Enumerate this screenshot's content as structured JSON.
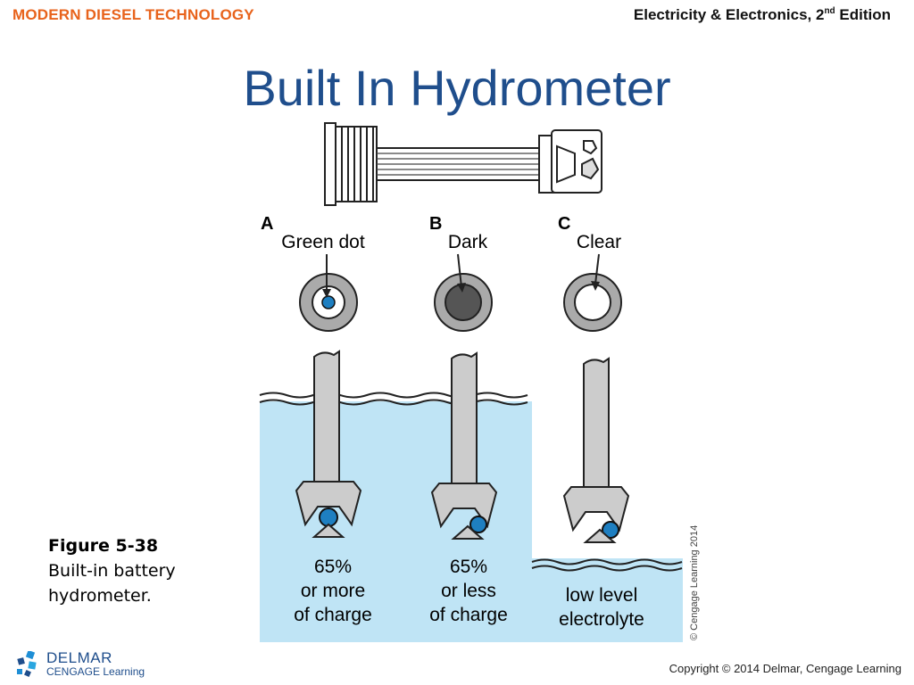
{
  "header": {
    "brand": "MODERN DIESEL TECHNOLOGY",
    "edition_main": "Electricity & Electronics, 2",
    "edition_sup": "nd",
    "edition_tail": " Edition"
  },
  "slide": {
    "title": "Built In Hydrometer"
  },
  "diagram": {
    "panels": [
      {
        "letter": "A",
        "indicator": "Green dot",
        "state_line1": "65%",
        "state_line2": "or more",
        "state_line3": "of charge"
      },
      {
        "letter": "B",
        "indicator": "Dark",
        "state_line1": "65%",
        "state_line2": "or less",
        "state_line3": "of charge"
      },
      {
        "letter": "C",
        "indicator": "Clear",
        "state_line1": "low level",
        "state_line2": "electrolyte"
      }
    ],
    "credit": "© Cengage Learning 2014",
    "colors": {
      "electrolyte": "#bfe4f5",
      "ball": "#1e7fc1",
      "dark_dot": "#555555"
    }
  },
  "caption": {
    "figure": "Figure 5-38",
    "line1": "Built-in battery",
    "line2": "hydrometer."
  },
  "footer": {
    "logo_name": "DELMAR",
    "logo_sub": "CENGAGE Learning",
    "copyright": "Copyright © 2014 Delmar, Cengage Learning"
  }
}
